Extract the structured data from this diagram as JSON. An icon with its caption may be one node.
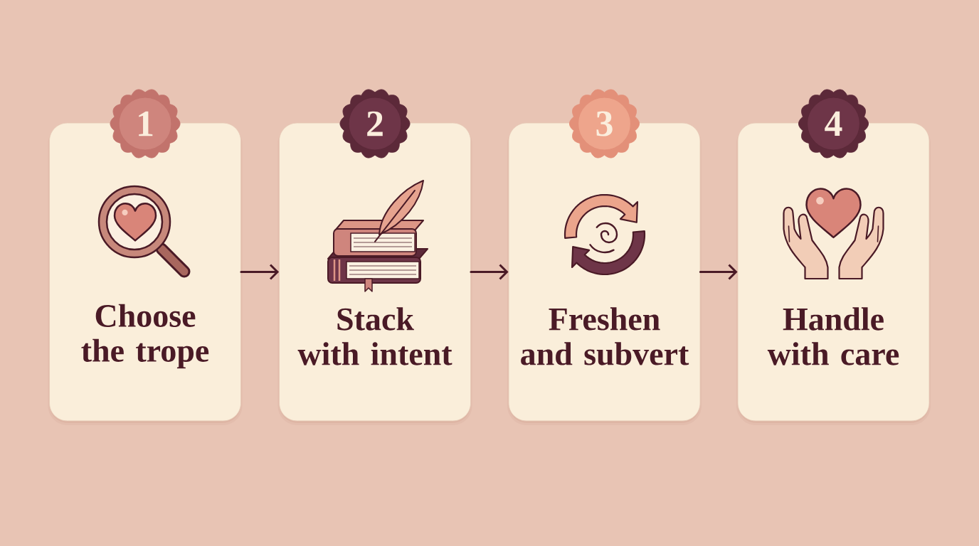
{
  "diagram": {
    "nodes": [
      {
        "text": [
          "1"
        ]
      },
      {
        "text": [
          "Choose the trope"
        ]
      },
      {
        "text": [
          "2"
        ]
      },
      {
        "text": [
          "Stack with intent"
        ]
      },
      {
        "text": [
          "3"
        ]
      },
      {
        "text": [
          "Freshen and subvert"
        ]
      },
      {
        "text": [
          "4"
        ]
      },
      {
        "text": [
          "Handle with care"
        ]
      }
    ],
    "edges": [
      {
        "from": 1,
        "to": 3,
        "arrow": "to"
      },
      {
        "from": 3,
        "to": 5,
        "arrow": "to"
      },
      {
        "from": 5,
        "to": 7,
        "arrow": "to"
      }
    ]
  }
}
